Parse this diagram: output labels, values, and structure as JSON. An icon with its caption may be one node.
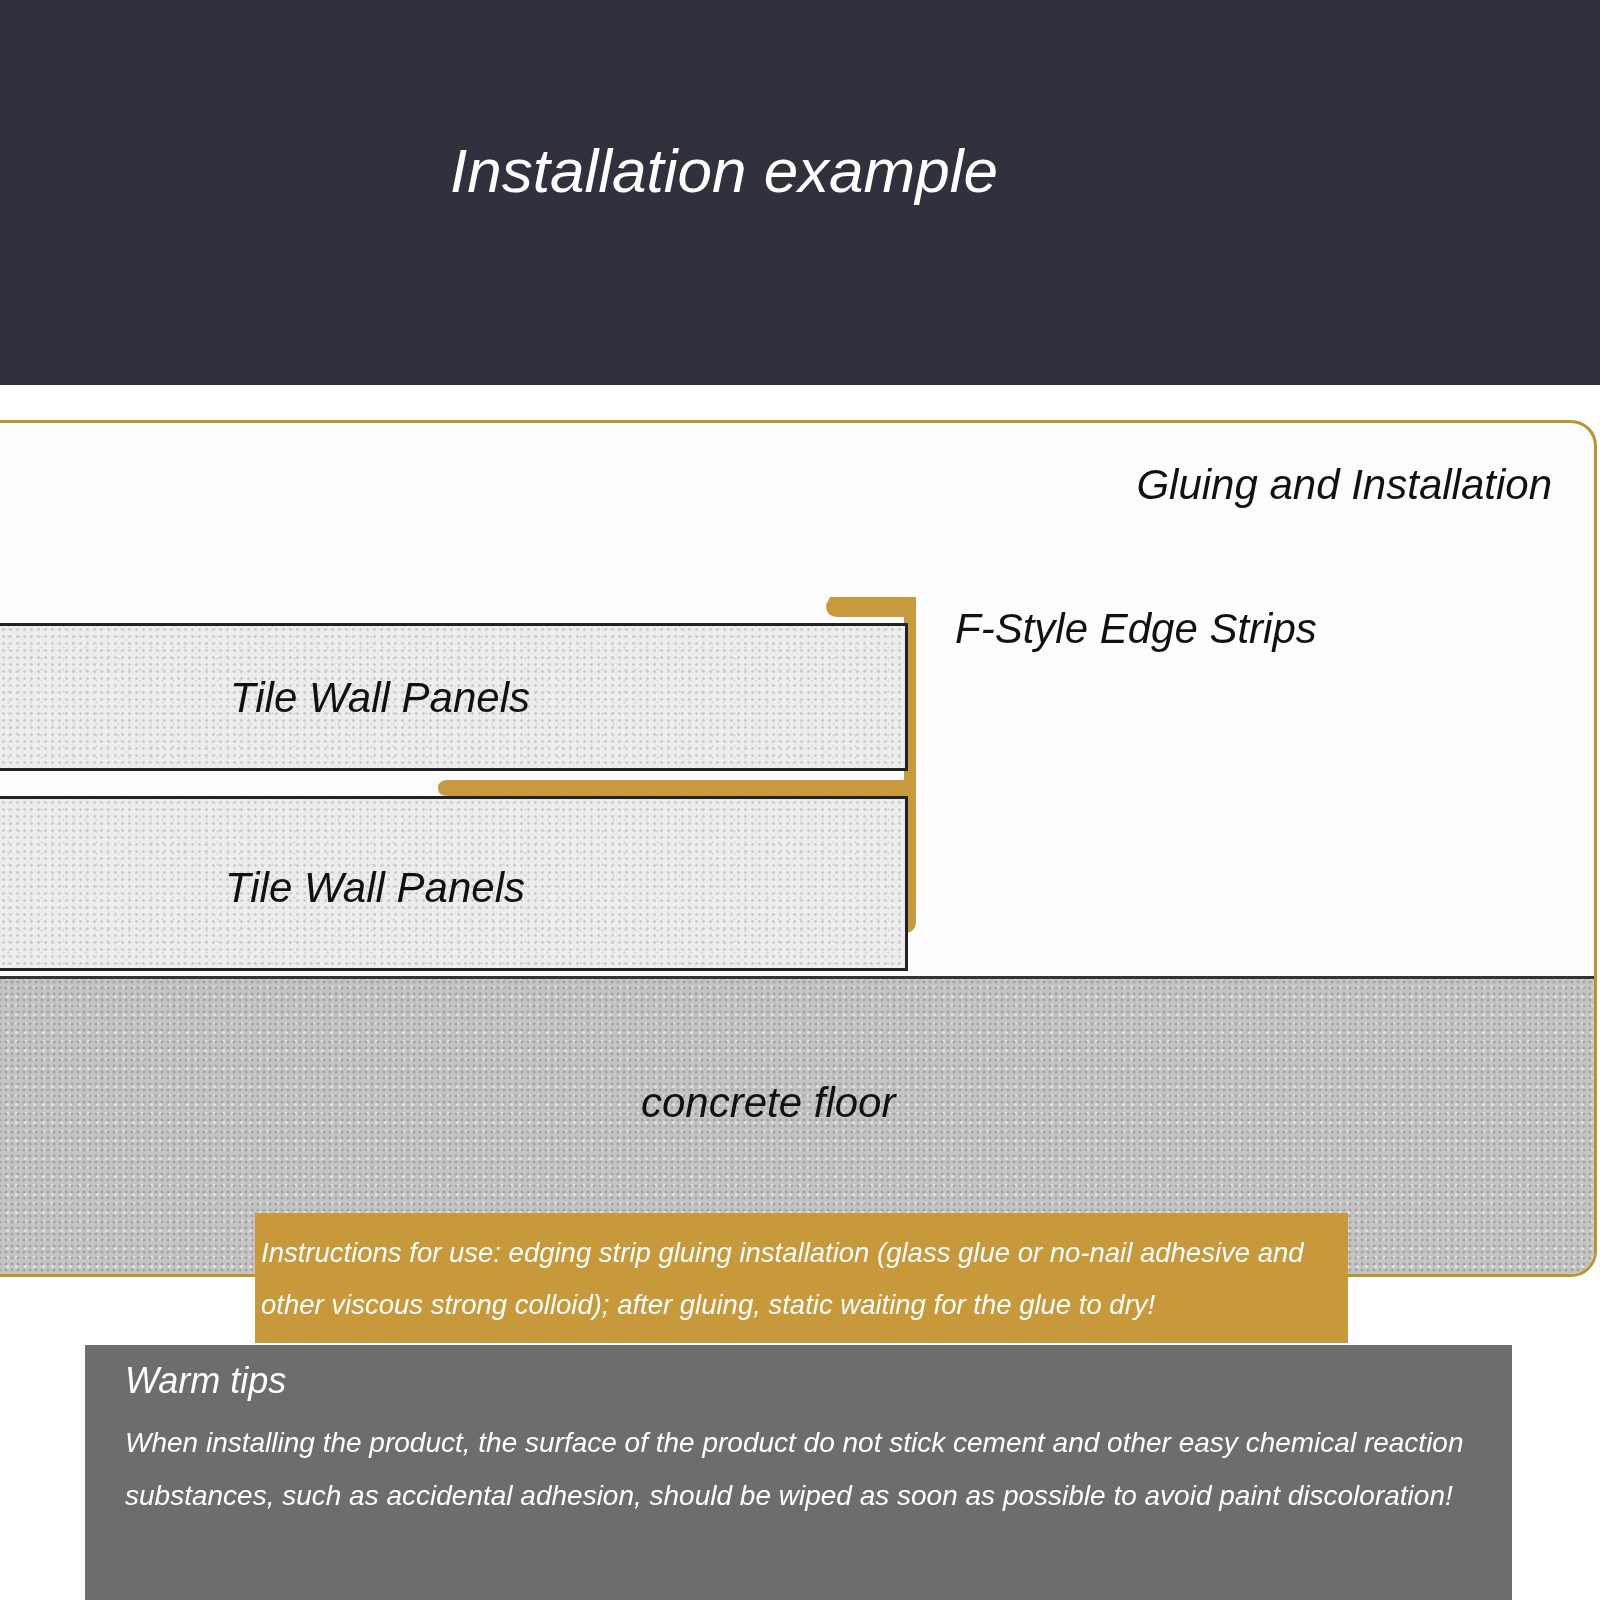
{
  "diagram": {
    "title": "Installation example",
    "nodes": [
      {
        "text": [
          "Gluing and Installation"
        ]
      },
      {
        "text": [
          "Tile Wall Panels"
        ],
        "in": 0
      },
      {
        "text": [
          "Tile Wall Panels"
        ],
        "in": 0
      },
      {
        "text": [
          "concrete floor"
        ],
        "in": 0
      },
      {
        "text": [
          "Instructions for use: edging strip gluing installation (glass glue or no-nail adhesive and other viscous strong colloid); after gluing, static waiting for the glue to dry!"
        ]
      },
      {
        "text": [
          "Warm tips",
          "When installing the product, the surface of the product do not stick cement and other easy chemical reaction substances, such as accidental adhesion, should be wiped as soon as possible to avoid paint discoloration!"
        ]
      }
    ],
    "edges": [],
    "labels": [
      "F-Style Edge Strips"
    ]
  }
}
